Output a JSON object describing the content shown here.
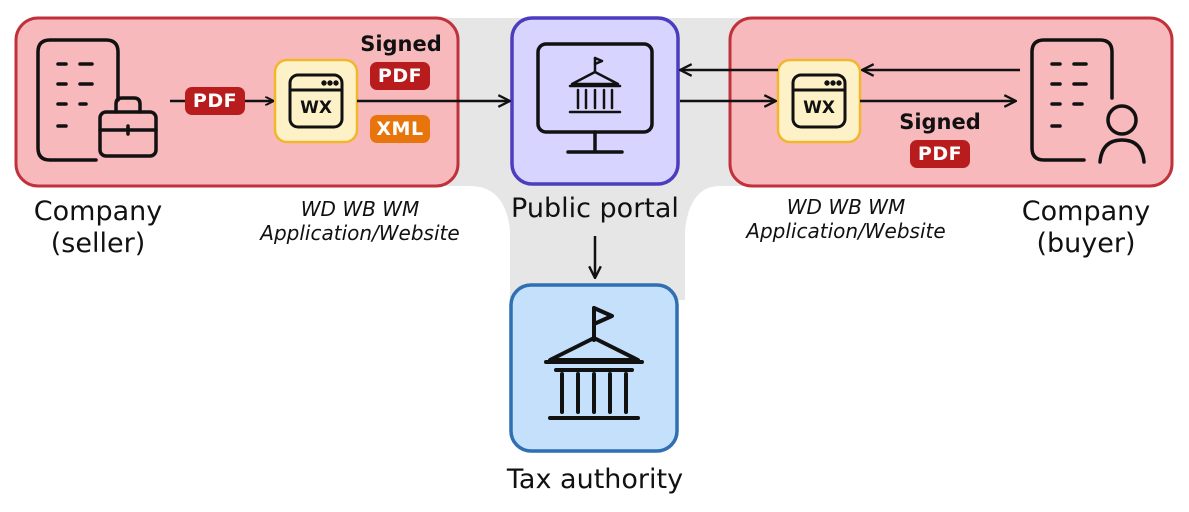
{
  "nodes": {
    "seller": {
      "label_line1": "Company",
      "label_line2": "(seller)"
    },
    "buyer": {
      "label_line1": "Company",
      "label_line2": "(buyer)"
    },
    "portal": {
      "label": "Public portal"
    },
    "tax": {
      "label": "Tax authority"
    },
    "app_left": {
      "label_line1": "WD WB WM",
      "label_line2": "Application/Website",
      "icon_text": "WX"
    },
    "app_right": {
      "label_line1": "WD WB WM",
      "label_line2": "Application/Website",
      "icon_text": "WX"
    }
  },
  "badges": {
    "seller_pdf": "PDF",
    "signed_left_caption": "Signed",
    "signed_left_pdf": "PDF",
    "xml": "XML",
    "signed_right_caption": "Signed",
    "signed_right_pdf": "PDF"
  },
  "colors": {
    "company_fill": "#f8b9bd",
    "company_border": "#c0313a",
    "app_fill": "#fdf1c8",
    "app_border": "#f2b62b",
    "portal_fill": "#d7d5ff",
    "portal_border": "#4b3dbd",
    "tax_fill": "#c5e0fb",
    "tax_border": "#2f6fb2",
    "pdf_badge": "#b91c1c",
    "xml_badge": "#e8740c",
    "connector_band": "#e6e6e6"
  }
}
